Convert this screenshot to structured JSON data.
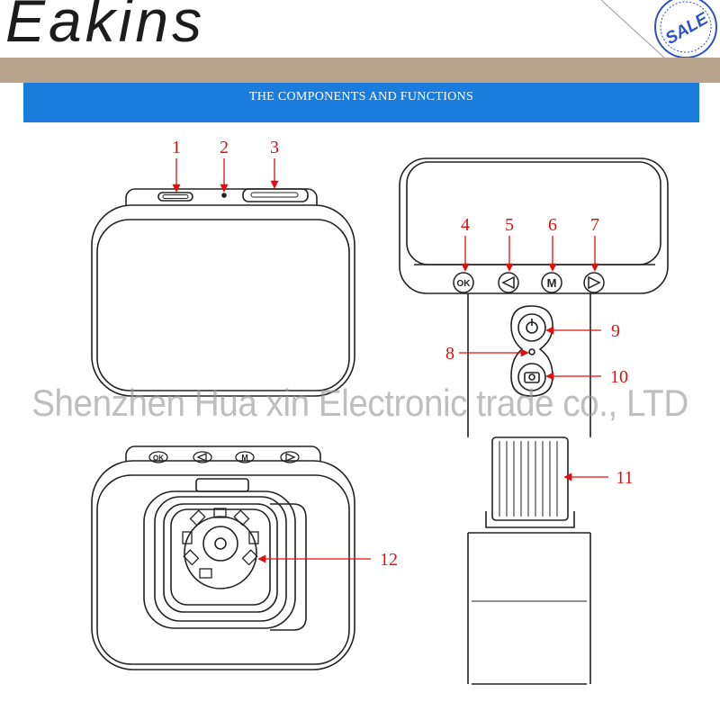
{
  "header": {
    "brand": "Eakins",
    "sale_badge": "SALE"
  },
  "banner": {
    "title": "THE COMPONENTS AND FUNCTIONS"
  },
  "watermark": "Shenzhen Hua xin Electronic trade co., LTD",
  "colors": {
    "banner": "#1a7ddd",
    "band": "#b8a48c",
    "callout": "#e01010",
    "badge": "#2c52c8"
  },
  "button_glyphs": {
    "ok": "OK",
    "mode": "M"
  },
  "callouts": [
    "1",
    "2",
    "3",
    "4",
    "5",
    "6",
    "7",
    "8",
    "9",
    "10",
    "11",
    "12"
  ]
}
